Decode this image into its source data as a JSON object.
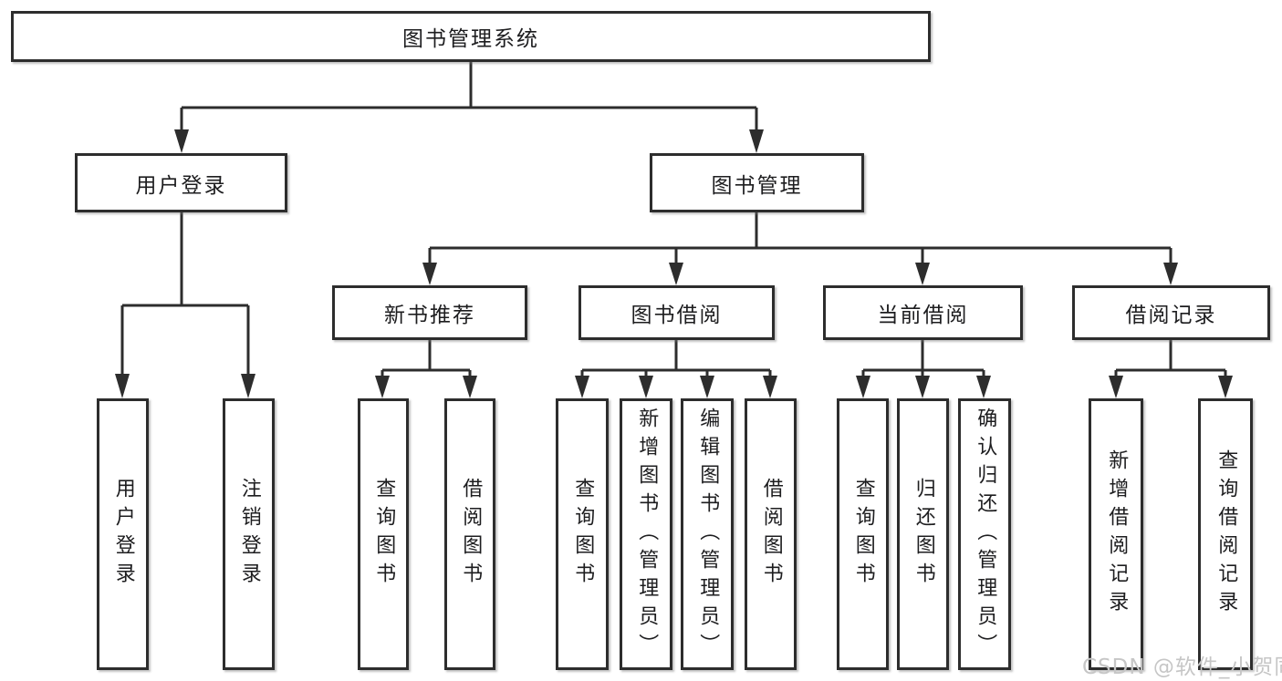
{
  "diagram": {
    "root": {
      "label": "图书管理系统"
    },
    "user_login": {
      "label": "用户登录",
      "children": [
        {
          "label": "用户登录"
        },
        {
          "label": "注销登录"
        }
      ]
    },
    "book_mgmt": {
      "label": "图书管理",
      "sections": [
        {
          "label": "新书推荐",
          "children": [
            {
              "label": "查询图书"
            },
            {
              "label": "借阅图书"
            }
          ]
        },
        {
          "label": "图书借阅",
          "children": [
            {
              "label": "查询图书"
            },
            {
              "label": "新增图书（管理员）"
            },
            {
              "label": "编辑图书（管理员）"
            },
            {
              "label": "借阅图书"
            }
          ]
        },
        {
          "label": "当前借阅",
          "children": [
            {
              "label": "查询图书"
            },
            {
              "label": "归还图书"
            },
            {
              "label": "确认归还（管理员）"
            }
          ]
        },
        {
          "label": "借阅记录",
          "children": [
            {
              "label": "新增借阅记录"
            },
            {
              "label": "查询借阅记录"
            }
          ]
        }
      ]
    }
  },
  "watermark": {
    "text": "CSDN @软件_小贺同学"
  },
  "colors": {
    "line": "#2d2d2d",
    "text": "#1d1d1f",
    "watermark": "#c6c6c6",
    "background": "#ffffff"
  }
}
